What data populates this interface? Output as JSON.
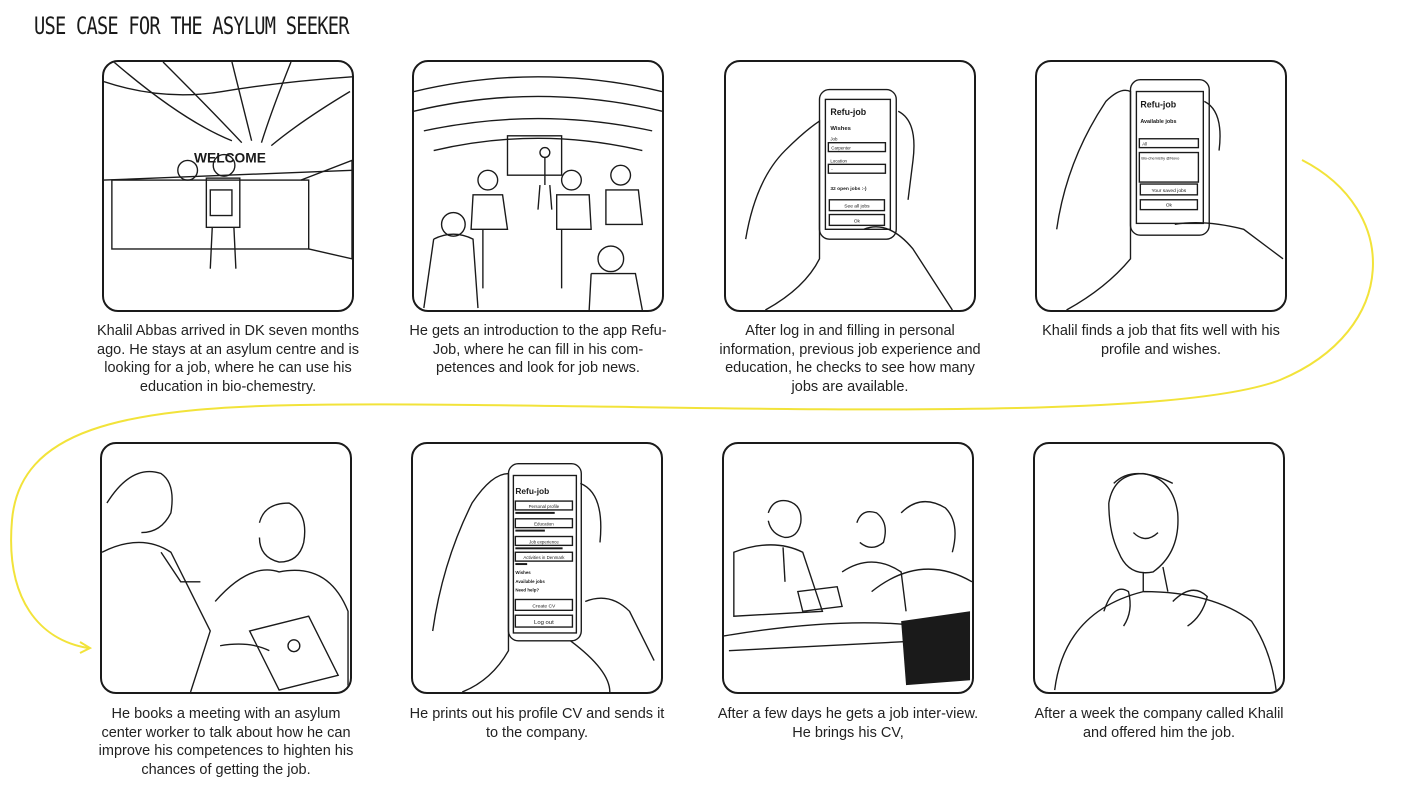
{
  "title": "USE CASE FOR THE ASYLUM SEEKER",
  "panels": [
    {
      "caption": "Khalil Abbas arrived in DK seven months ago. He stays at an asylum centre and is looking for a job, where he can use his education in bio-chemestry.",
      "sign": "WELCOME"
    },
    {
      "caption": "He gets an introduction to the app Refu-Job, where he can fill in his com-petences and look for job news."
    },
    {
      "caption": "After log in and filling in personal information, previous job experience and education, he checks to see how many jobs are available.",
      "phone": {
        "app": "Refu-job",
        "heading": "Wishes",
        "job_label": "Job",
        "job_value": "Carpenter",
        "location_label": "Location",
        "location_value": "-",
        "count": "32 open jobs :-)",
        "see_all": "See all jobs",
        "ok": "Ok"
      }
    },
    {
      "caption": "Khalil finds a job that fits well with his profile and wishes.",
      "phone": {
        "app": "Refu-job",
        "heading": "Available jobs",
        "filter": "All",
        "job": "Bio-chemistry @Novo",
        "saved": "Your saved jobs",
        "ok": "Ok"
      }
    },
    {
      "caption": "He books a meeting with an asylum center worker to talk about how he can improve his competences to highten his chances of getting the job."
    },
    {
      "caption": "He prints out his profile CV and sends it to the company.",
      "phone": {
        "app": "Refu-job",
        "items": [
          "Personal profile",
          "Education",
          "Job experience",
          "Activities in Denmark"
        ],
        "wishes": "Wishes",
        "available": "Available jobs",
        "help": "Need help?",
        "create_cv": "Create CV",
        "logout": "Log out"
      }
    },
    {
      "caption": "After a few days he gets a job inter-view. He brings his CV,"
    },
    {
      "caption": "After a week the company called Khalil and offered him the job."
    }
  ],
  "colors": {
    "connector": "#f2e33a",
    "ink": "#1a1a1a"
  }
}
